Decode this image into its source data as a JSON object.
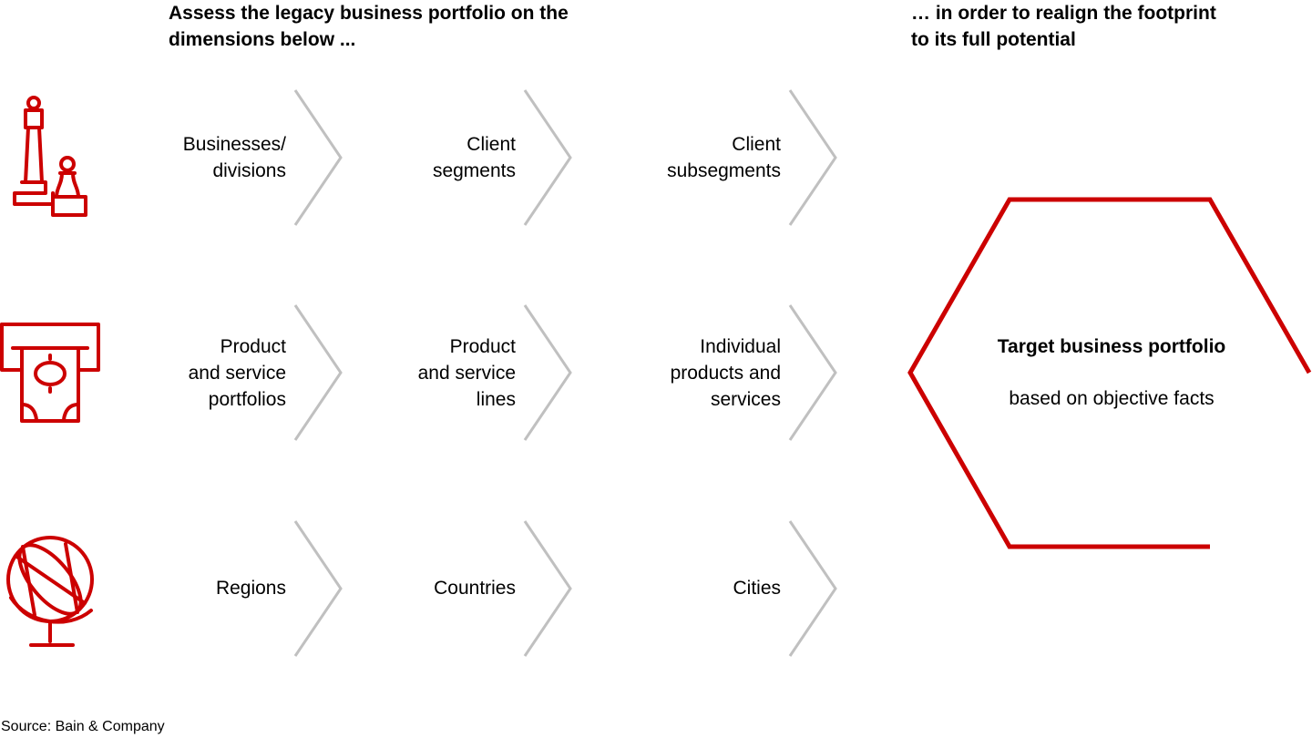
{
  "headings": {
    "left": "Assess the legacy business portfolio on the\ndimensions below ...",
    "right": "… in order to realign the footprint\nto its full potential"
  },
  "rows": [
    {
      "icon": "chess-pieces-icon",
      "cells": [
        "Businesses/\ndivisions",
        "Client\nsegments",
        "Client\nsubsegments"
      ]
    },
    {
      "icon": "atm-cash-icon",
      "cells": [
        "Product\nand service\nportfolios",
        "Product\nand service\nlines",
        "Individual\nproducts and\nservices"
      ]
    },
    {
      "icon": "globe-icon",
      "cells": [
        "Regions",
        "Countries",
        "Cities"
      ]
    }
  ],
  "target": {
    "title": "Target business portfolio",
    "subtitle": "based on objective facts"
  },
  "source": "Source: Bain & Company",
  "colors": {
    "accent": "#cc0000",
    "arrow": "#c0c0c0",
    "text": "#000000"
  }
}
